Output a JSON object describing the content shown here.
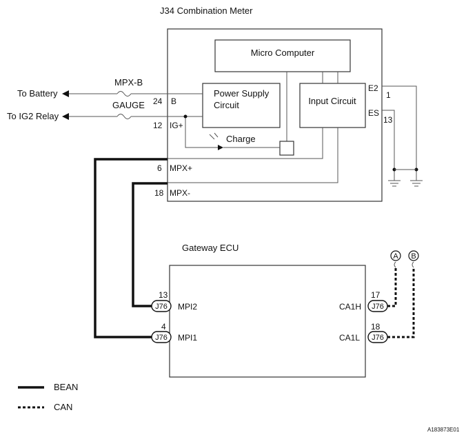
{
  "meter": {
    "title": "J34 Combination Meter",
    "micro_computer": "Micro Computer",
    "power_supply_line1": "Power Supply",
    "power_supply_line2": "Circuit",
    "input_circuit": "Input Circuit",
    "charge": "Charge",
    "pins": {
      "b_num": "24",
      "b_name": "B",
      "ig_num": "12",
      "ig_name": "IG+",
      "mpxp_num": "6",
      "mpxp_name": "MPX+",
      "mpxm_num": "18",
      "mpxm_name": "MPX-",
      "e2_name": "E2",
      "e2_num": "1",
      "es_name": "ES",
      "es_num": "13"
    }
  },
  "external": {
    "to_battery": "To Battery",
    "to_ig2": "To IG2 Relay",
    "fuse1": "MPX-B",
    "fuse2": "GAUGE"
  },
  "gateway": {
    "title": "Gateway ECU",
    "connector": "J76",
    "pins": {
      "mpi2_num": "13",
      "mpi2_name": "MPI2",
      "mpi1_num": "4",
      "mpi1_name": "MPI1",
      "ca1h_num": "17",
      "ca1h_name": "CA1H",
      "ca1l_num": "18",
      "ca1l_name": "CA1L"
    },
    "marker_a": "A",
    "marker_b": "B"
  },
  "legend": {
    "bean": "BEAN",
    "can": "CAN"
  },
  "figure_id": "A183873E01"
}
